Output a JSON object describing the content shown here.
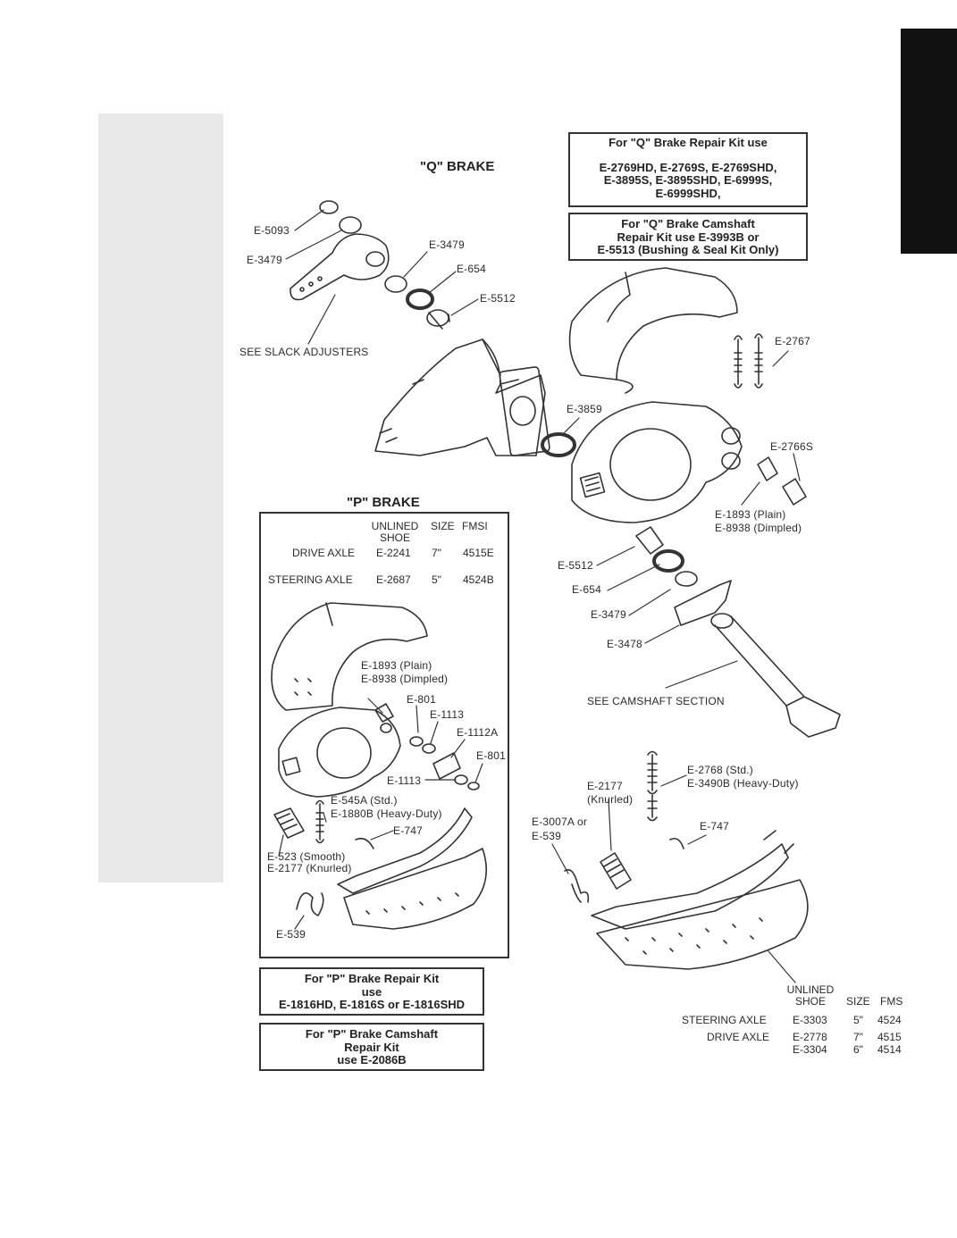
{
  "q_brake": {
    "title": "\"Q\" BRAKE",
    "repair_kit_box": {
      "line1": "For \"Q\" Brake Repair Kit use",
      "line2": "E-2769HD, E-2769S, E-2769SHD,",
      "line3": "E-3895S, E-3895SHD, E-6999S,",
      "line4": "E-6999SHD,"
    },
    "camshaft_box": {
      "line1": "For \"Q\" Brake Camshaft",
      "line2": "Repair Kit use E-3993B or",
      "line3": "E-5513 (Bushing & Seal Kit Only)"
    },
    "labels": {
      "e5093": "E-5093",
      "e3479_left": "E-3479",
      "e3479_top": "E-3479",
      "e654_top": "E-654",
      "e5512_top": "E-5512",
      "slack": "SEE SLACK ADJUSTERS",
      "e2767": "E-2767",
      "e3859": "E-3859",
      "e2766s": "E-2766S",
      "e1893": "E-1893 (Plain)",
      "e8938": "E-8938 (Dimpled)",
      "e5512_bot": "E-5512",
      "e654_bot": "E-654",
      "e3479_bot": "E-3479",
      "e3478": "E-3478",
      "camshaft": "SEE CAMSHAFT SECTION",
      "e2177": "E-2177",
      "knurled": "(Knurled)",
      "e2768": "E-2768 (Std.)",
      "e3490b": "E-3490B (Heavy-Duty)",
      "e3007a": "E-3007A or",
      "e539": "E-539",
      "e747": "E-747"
    },
    "shoe_table": {
      "h_unlined": "UNLINED",
      "h_shoe": "SHOE",
      "h_size": "SIZE",
      "h_fmsi": "FMS",
      "rows": [
        {
          "axle": "STEERING AXLE",
          "shoe": "E-3303",
          "size": "5\"",
          "fmsi": "4524"
        },
        {
          "axle": "DRIVE AXLE",
          "shoe": "E-2778",
          "size": "7\"",
          "fmsi": "4515"
        },
        {
          "axle": "",
          "shoe": "E-3304",
          "size": "6\"",
          "fmsi": "4514"
        }
      ]
    }
  },
  "p_brake": {
    "title": "\"P\" BRAKE",
    "table": {
      "h_unlined": "UNLINED",
      "h_shoe": "SHOE",
      "h_size": "SIZE",
      "h_fmsi": "FMSI",
      "rows": [
        {
          "axle": "DRIVE AXLE",
          "shoe": "E-2241",
          "size": "7\"",
          "fmsi": "4515E"
        },
        {
          "axle": "STEERING AXLE",
          "shoe": "E-2687",
          "size": "5\"",
          "fmsi": "4524B"
        }
      ]
    },
    "labels": {
      "e1893": "E-1893 (Plain)",
      "e8938": "E-8938 (Dimpled)",
      "e801_top": "E-801",
      "e1113_top": "E-1113",
      "e1112a": "E-1112A",
      "e801_bot": "E-801",
      "e1113_bot": "E-1113",
      "e545a": "E-545A (Std.)",
      "e1880b": "E-1880B (Heavy-Duty)",
      "e747": "E-747",
      "e523": "E-523 (Smooth)",
      "e2177": "E-2177 (Knurled)",
      "e539": "E-539"
    },
    "repair_kit_box": {
      "line1": "For \"P\" Brake Repair Kit",
      "line2": "use",
      "line3": "E-1816HD, E-1816S or E-1816SHD"
    },
    "camshaft_box": {
      "line1": "For \"P\" Brake Camshaft",
      "line2": "Repair Kit",
      "line3": "use E-2086B"
    }
  }
}
